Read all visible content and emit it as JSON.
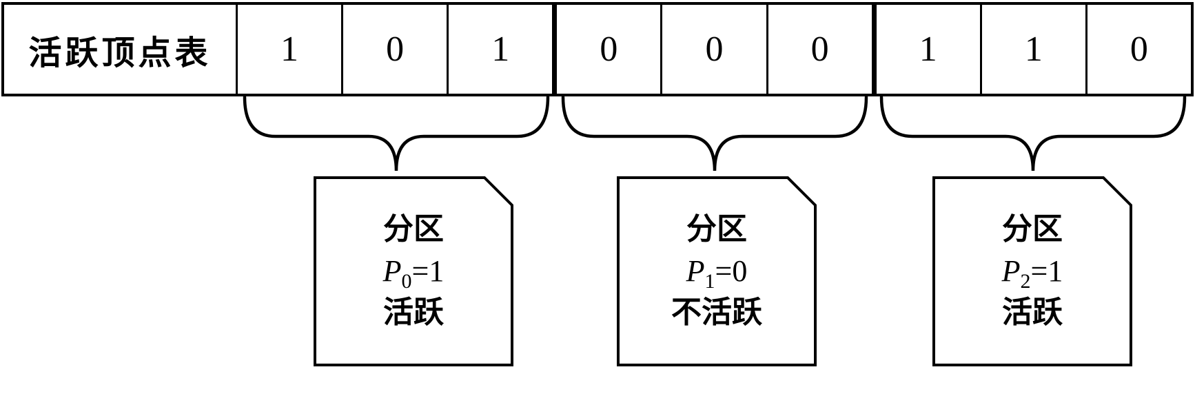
{
  "colors": {
    "ink": "#000000",
    "background": "#ffffff"
  },
  "table": {
    "label": "活跃顶点表",
    "cells": [
      "1",
      "0",
      "1",
      "0",
      "0",
      "0",
      "1",
      "1",
      "0"
    ]
  },
  "partitions": [
    {
      "title": "分区",
      "var": "P",
      "index": "0",
      "value": "=1",
      "status": "活跃"
    },
    {
      "title": "分区",
      "var": "P",
      "index": "1",
      "value": "=0",
      "status": "不活跃"
    },
    {
      "title": "分区",
      "var": "P",
      "index": "2",
      "value": "=1",
      "status": "活跃"
    }
  ]
}
